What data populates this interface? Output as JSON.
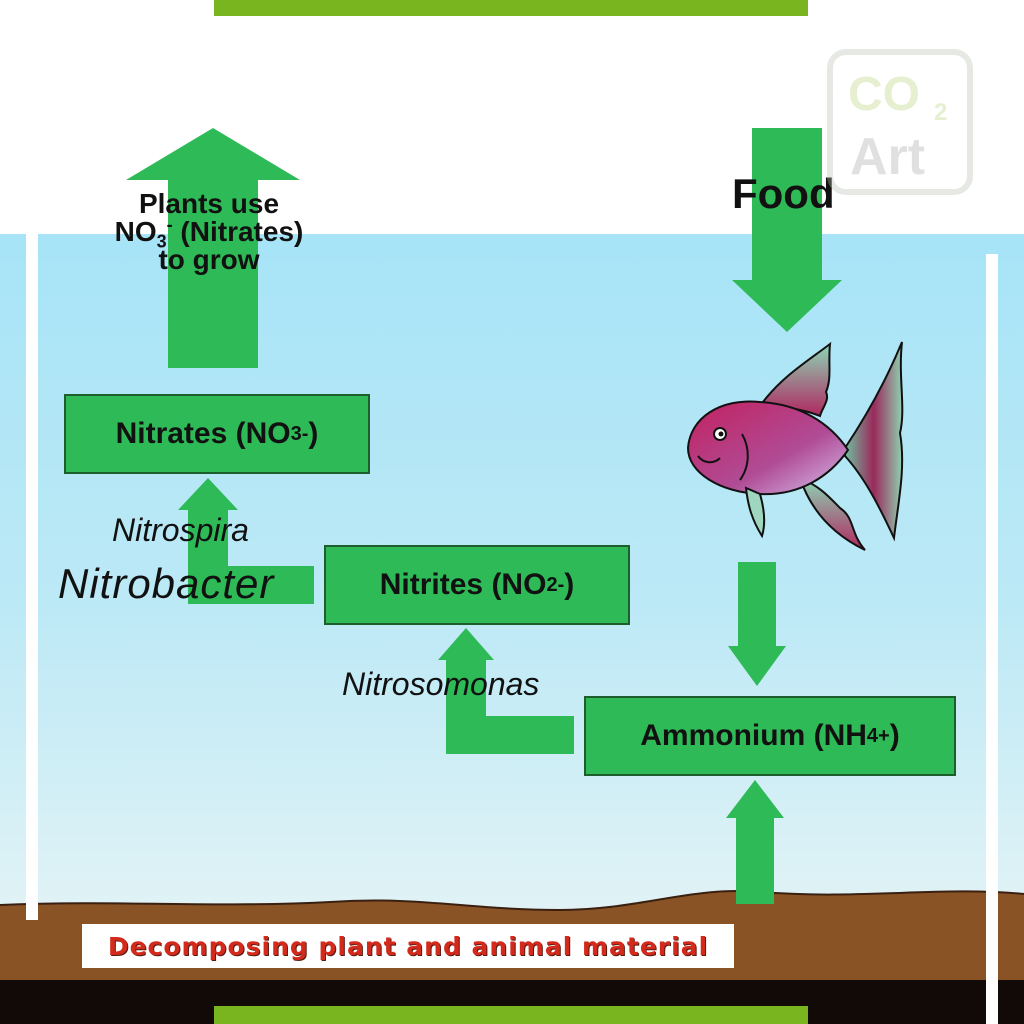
{
  "colors": {
    "arrow_green": "#2eba57",
    "box_border": "#1d5f2c",
    "top_bar": "#79b51f",
    "water": "#a7e4f7",
    "substrate": "#8a5326",
    "decomp_text": "#d42a1c"
  },
  "logo": {
    "line1": "CO",
    "subscript": "2",
    "line2": "Art"
  },
  "plants": {
    "line1": "Plants use",
    "formula": "NO",
    "sub": "3",
    "sup": "-",
    "rest": " (Nitrates)",
    "line3": "to grow"
  },
  "food_label": "Food",
  "boxes": {
    "nitrates": {
      "text": "Nitrates (NO",
      "sub": "3",
      "sup": "-",
      "close": " )"
    },
    "nitrites": {
      "text": "Nitrites (NO",
      "sub": "2",
      "sup": "-",
      "close": " )"
    },
    "ammonium": {
      "text": "Ammonium (NH",
      "sub": "4",
      "sup": "+",
      "close": ")"
    }
  },
  "bacteria": {
    "nitrospira": "Nitrospira",
    "nitrobacter": "Nitrobacter",
    "nitrosomonas": "Nitrosomonas"
  },
  "substrate_label": "Decomposing plant and animal material"
}
